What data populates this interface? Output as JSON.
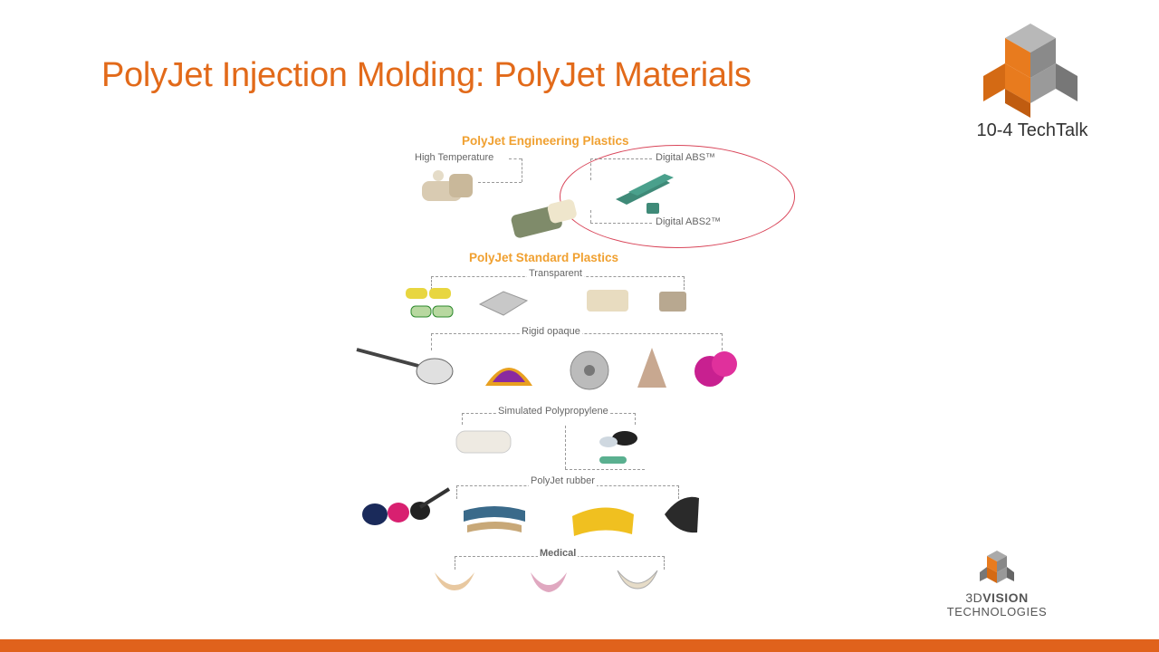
{
  "slide": {
    "title": "PolyJet Injection Molding: PolyJet Materials",
    "brand_name": "10-4 TechTalk",
    "footer_brand_line1_bold": "VISION",
    "footer_brand_line1_prefix": "3D",
    "footer_brand_line2": "TECHNOLOGIES",
    "colors": {
      "accent": "#e26a1a",
      "header": "#f0a030",
      "highlight_circle": "#d9465a",
      "bar": "#e0621c"
    }
  },
  "diagram": {
    "engineering_header": "PolyJet Engineering Plastics",
    "high_temp": "High Temperature",
    "digital_abs": "Digital ABS™",
    "digital_abs2": "Digital ABS2™",
    "standard_header": "PolyJet Standard Plastics",
    "transparent": "Transparent",
    "rigid_opaque": "Rigid opaque",
    "simulated_pp": "Simulated Polypropylene",
    "rubber": "PolyJet rubber",
    "medical": "Medical"
  }
}
